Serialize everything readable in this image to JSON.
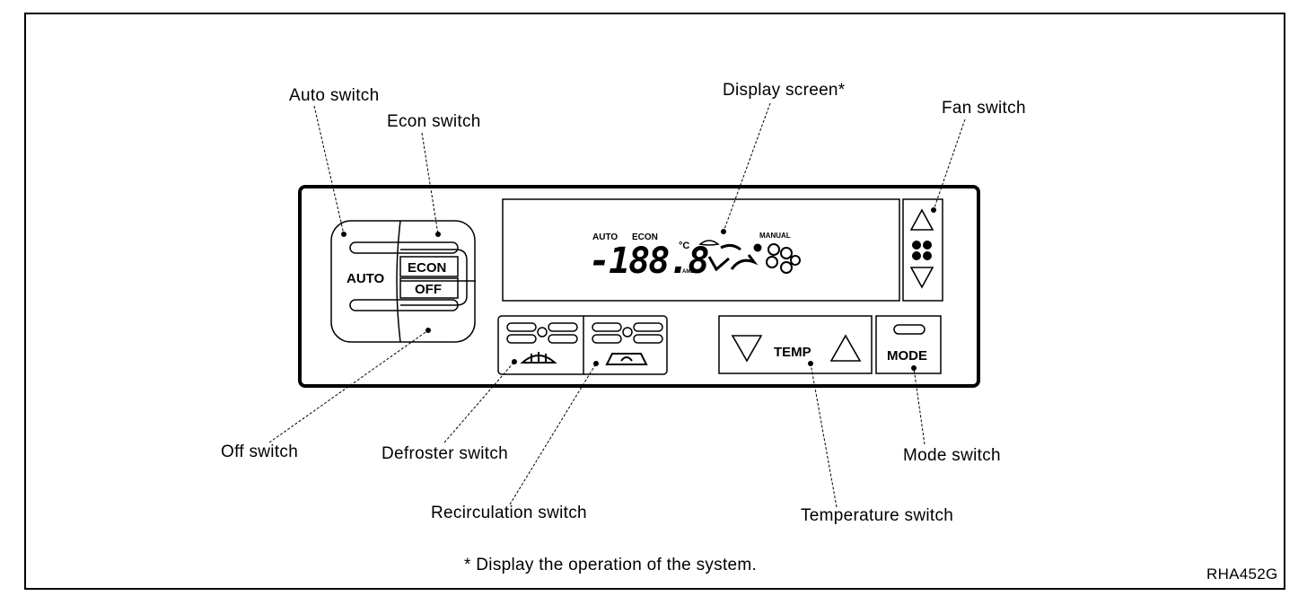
{
  "labels": {
    "auto_switch": "Auto switch",
    "econ_switch": "Econ switch",
    "display_screen": "Display screen*",
    "fan_switch": "Fan switch",
    "off_switch": "Off switch",
    "defroster_switch": "Defroster switch",
    "recirculation_switch": "Recirculation switch",
    "temperature_switch": "Temperature switch",
    "mode_switch": "Mode switch"
  },
  "buttons": {
    "auto": "AUTO",
    "econ": "ECON",
    "off": "OFF",
    "temp": "TEMP",
    "mode": "MODE"
  },
  "display": {
    "auto": "AUTO",
    "econ": "ECON",
    "manual": "MANUAL",
    "digits": "-188.8",
    "degree": "°C",
    "unit_small": "AMB"
  },
  "footnote": "* Display the operation of the system.",
  "figure_id": "RHA452G"
}
